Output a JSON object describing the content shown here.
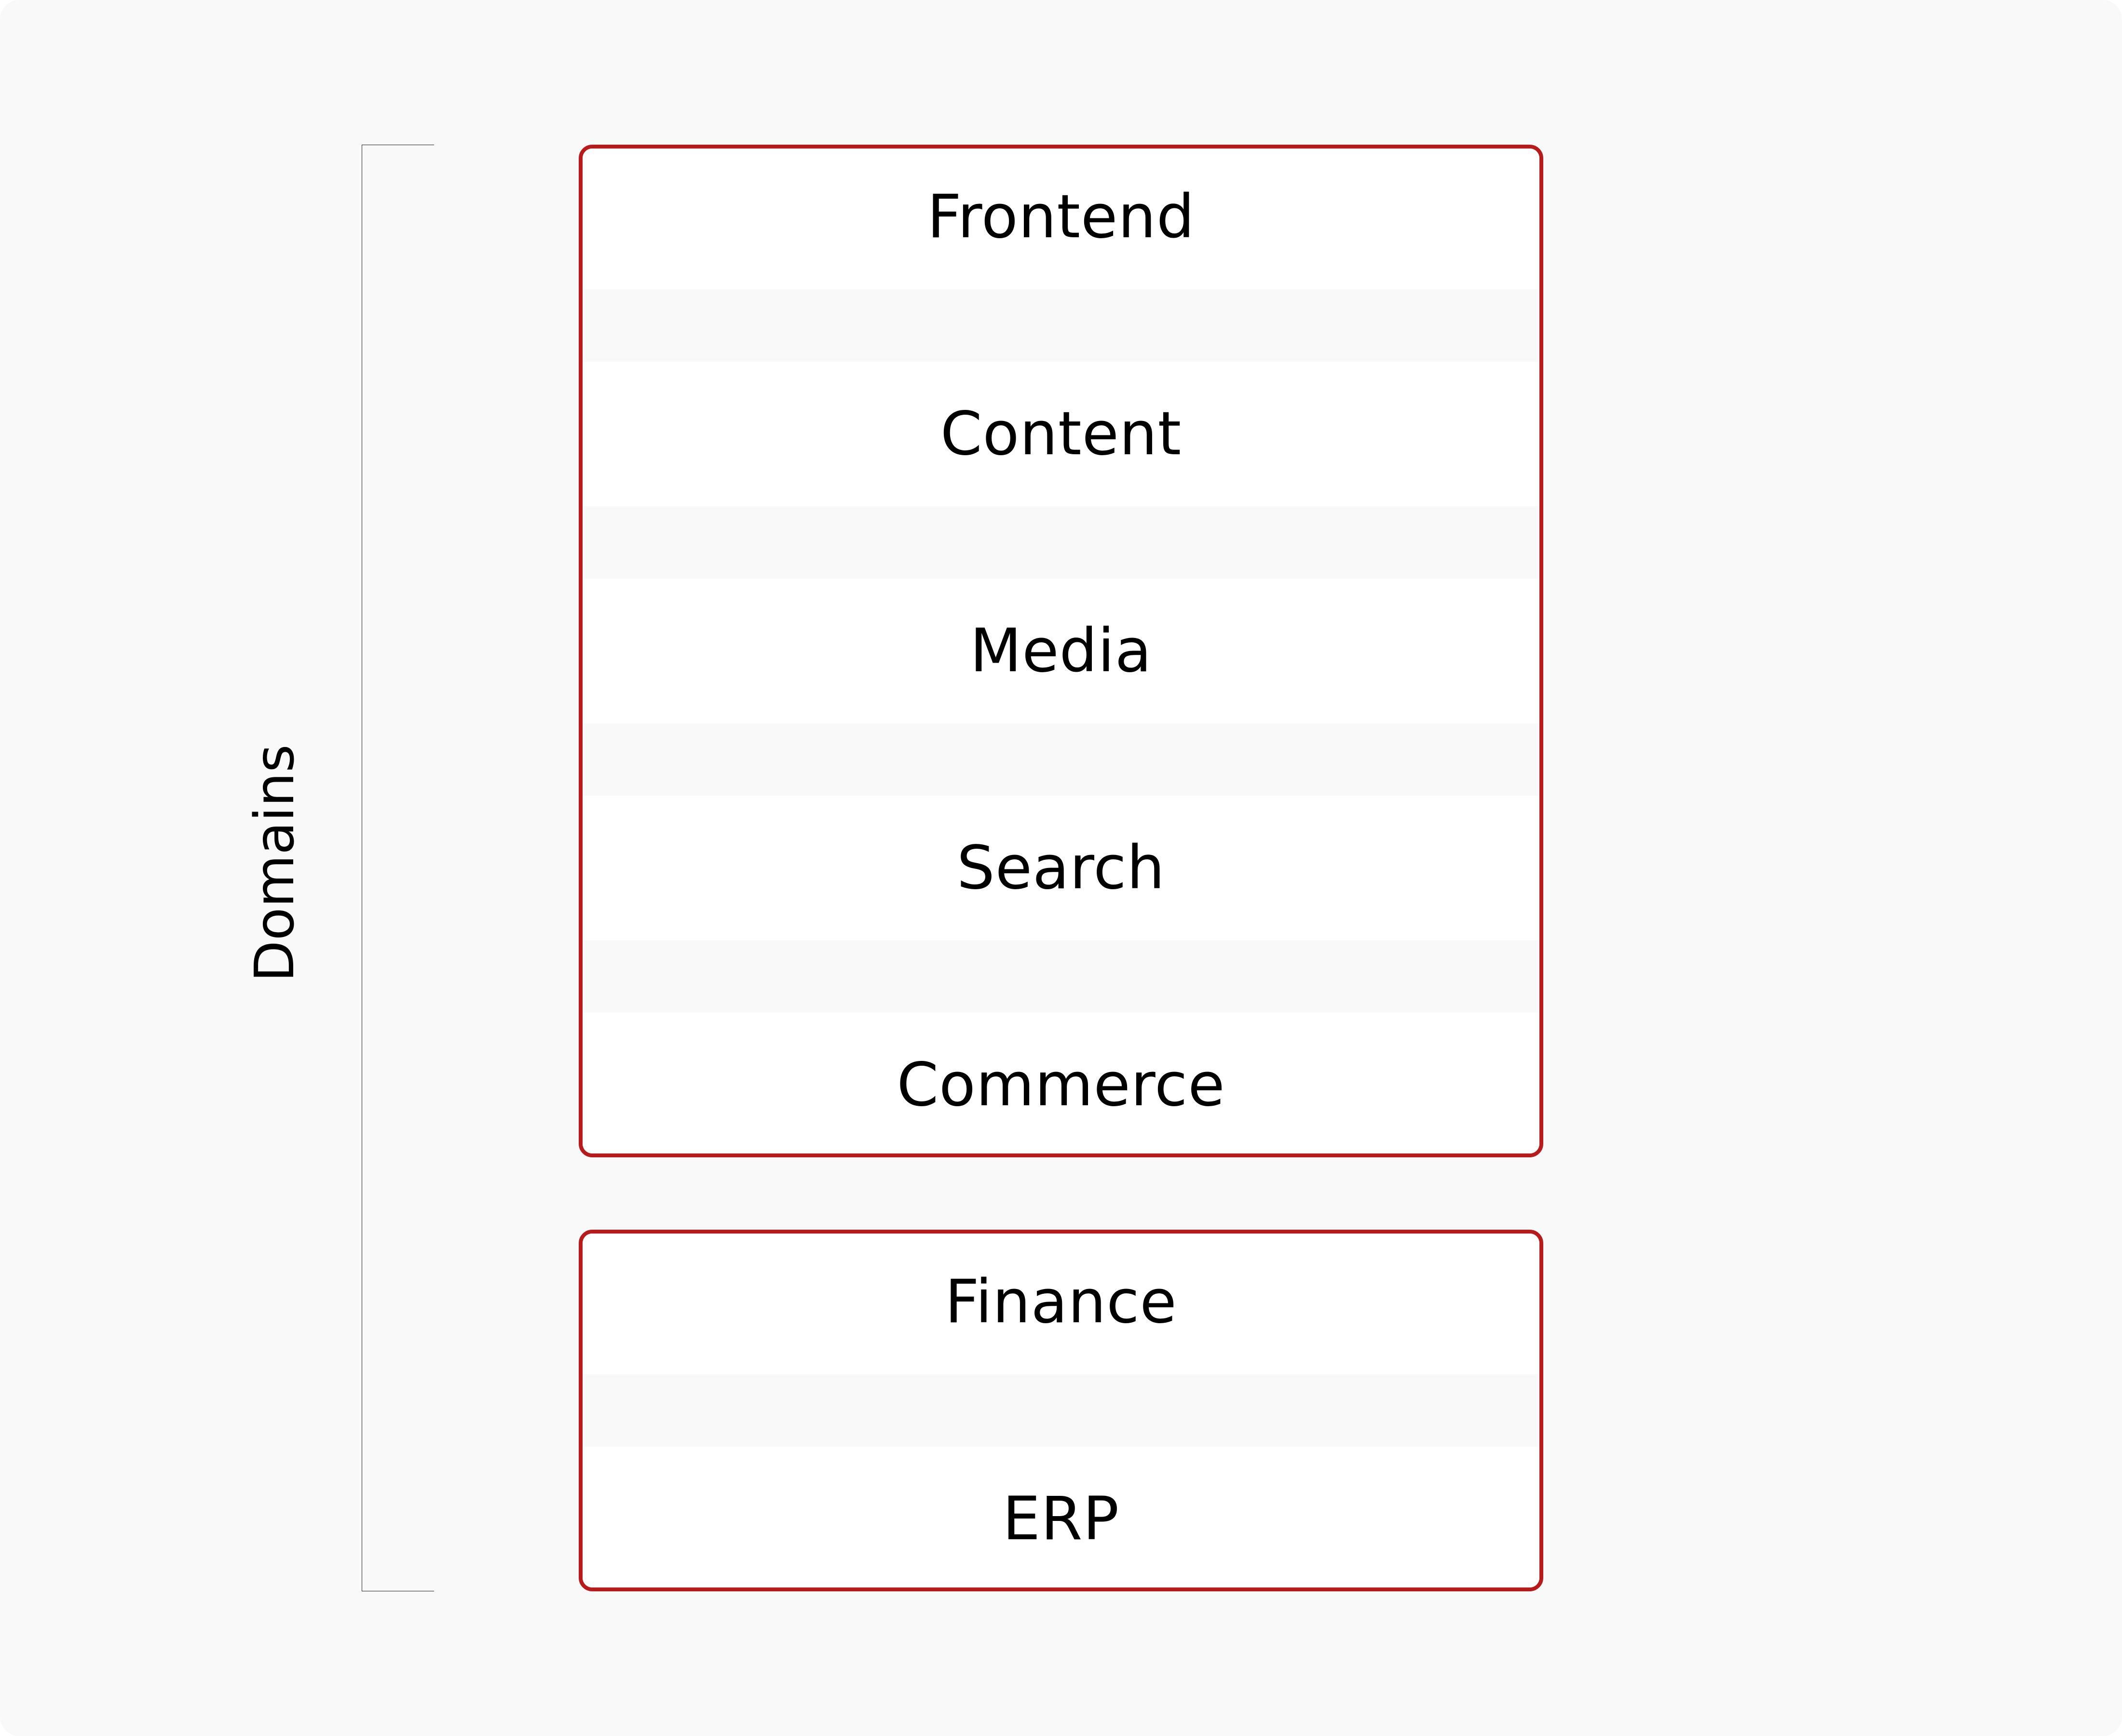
{
  "diagram": {
    "bracket": {
      "label": "Domains",
      "line_color": "#222222"
    },
    "colors": {
      "background": "#f9f9f9",
      "row_background": "#ffffff",
      "group_border": "#b71c1c",
      "text": "#000000"
    },
    "groups": [
      {
        "rows": [
          {
            "label": "Frontend"
          },
          {
            "label": "Content"
          },
          {
            "label": "Media"
          },
          {
            "label": "Search"
          },
          {
            "label": "Commerce"
          }
        ]
      },
      {
        "rows": [
          {
            "label": "Finance"
          },
          {
            "label": "ERP"
          }
        ]
      }
    ]
  }
}
